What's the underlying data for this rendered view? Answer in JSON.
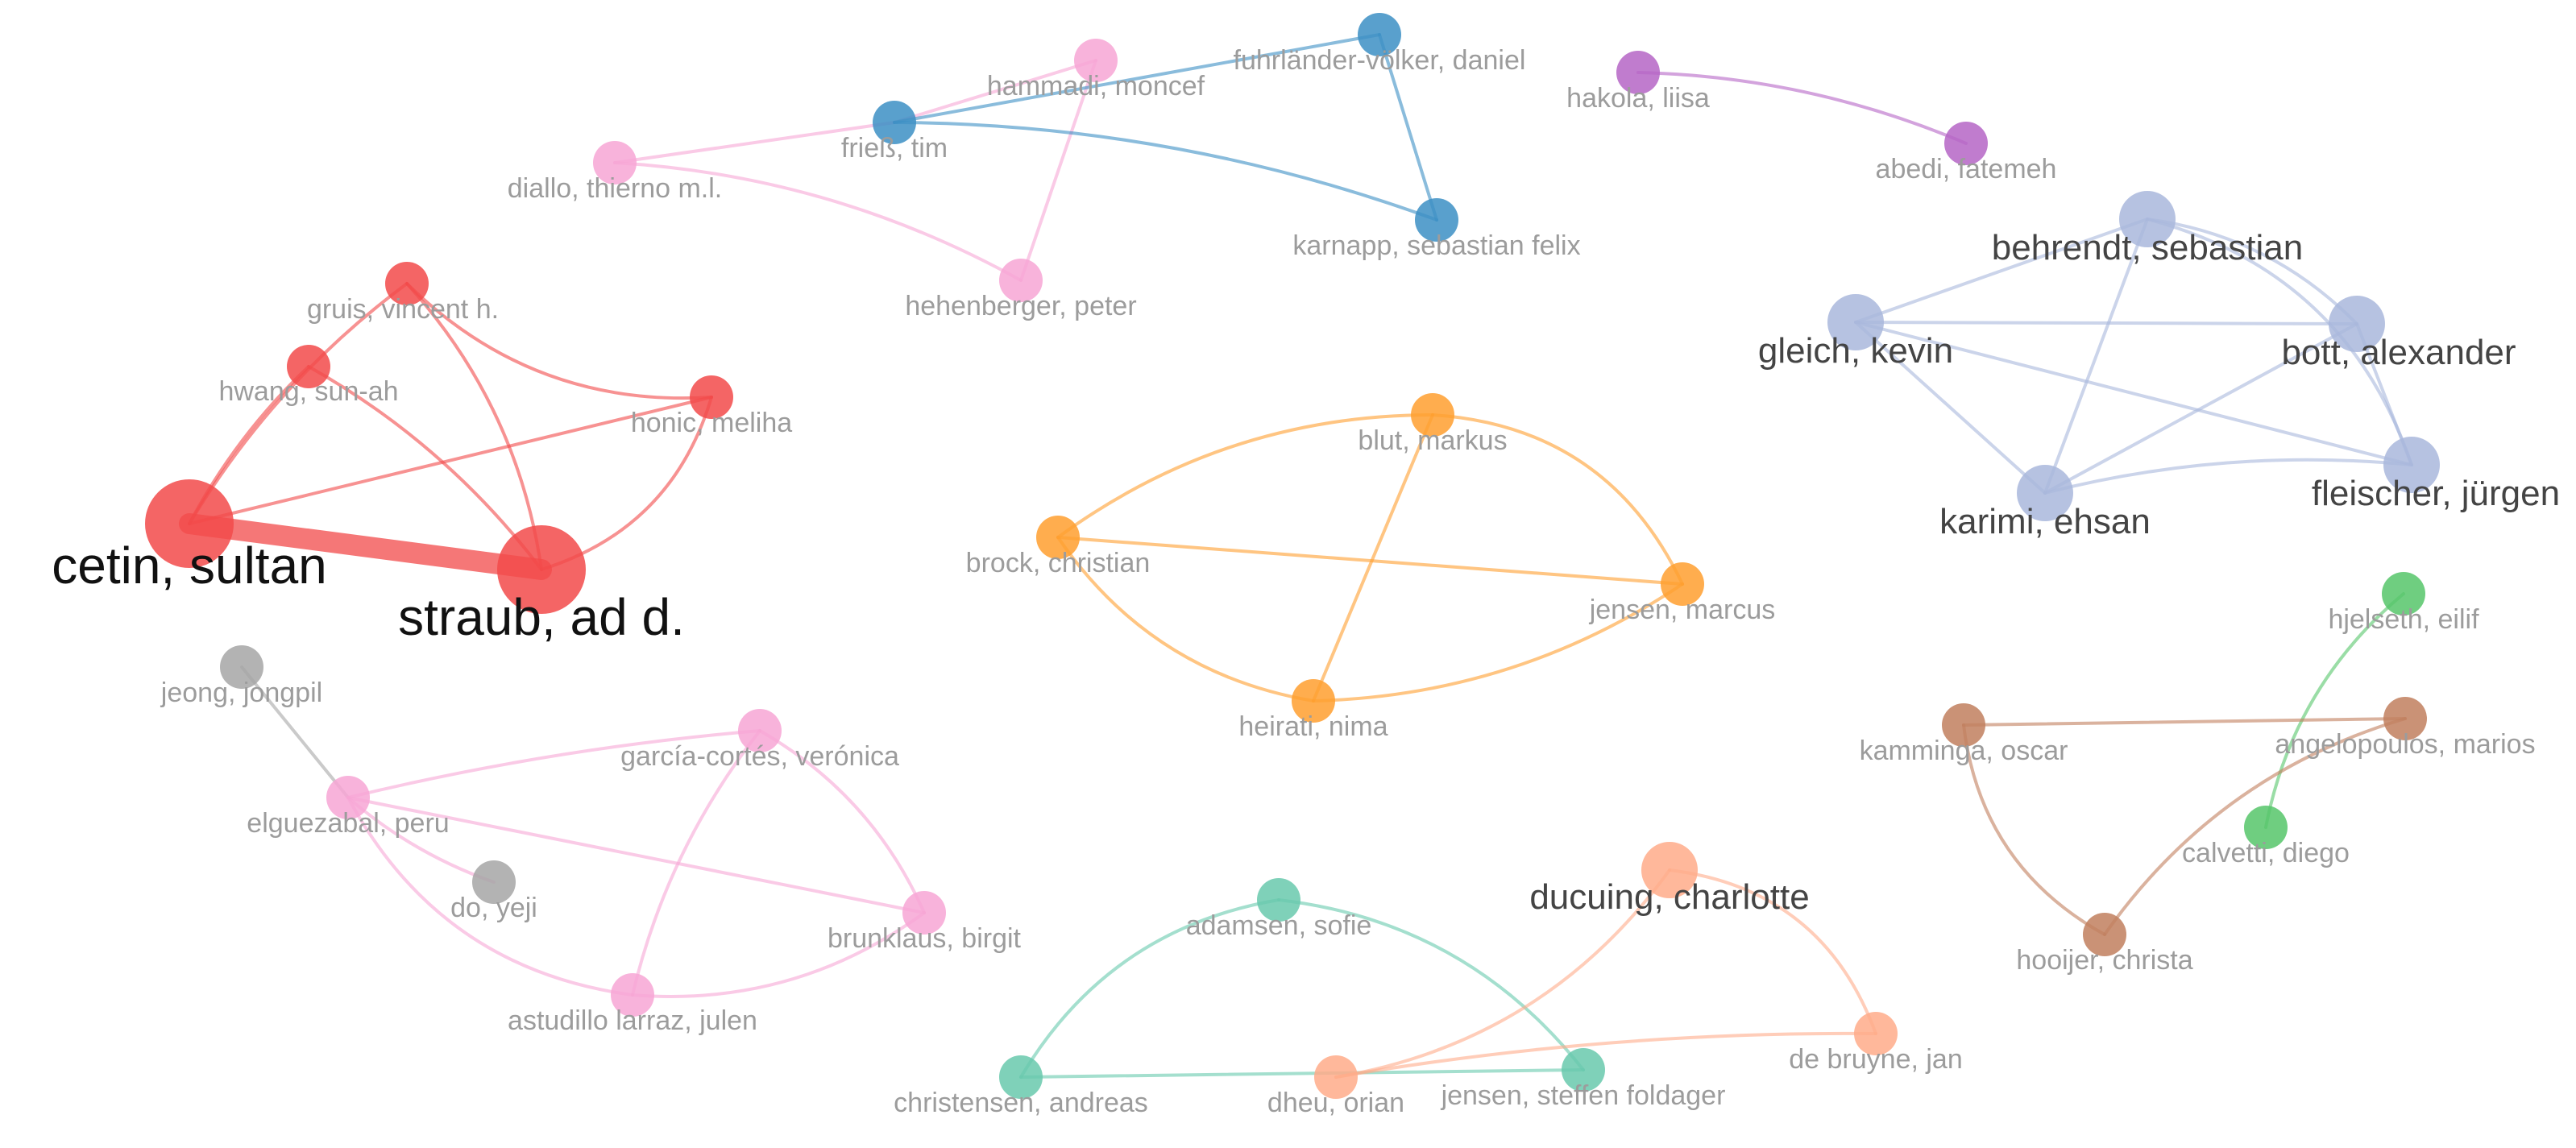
{
  "network": {
    "clusters": [
      {
        "id": "red",
        "color": "#f24a4a"
      },
      {
        "id": "pink",
        "color": "#f7a6d5"
      },
      {
        "id": "blue",
        "color": "#3c8fc4"
      },
      {
        "id": "purple",
        "color": "#b565c6"
      },
      {
        "id": "lavender",
        "color": "#a9b7dc"
      },
      {
        "id": "orange",
        "color": "#ff9f2f"
      },
      {
        "id": "grey",
        "color": "#a6a6a6"
      },
      {
        "id": "green",
        "color": "#56c66a"
      },
      {
        "id": "brown",
        "color": "#c17f5e"
      },
      {
        "id": "teal",
        "color": "#68c9ad"
      },
      {
        "id": "salmon",
        "color": "#ffab8a"
      }
    ],
    "nodes": [
      {
        "id": "cetin",
        "label": "cetin, sultan",
        "cluster": "red"
      },
      {
        "id": "straub",
        "label": "straub, ad d.",
        "cluster": "red"
      },
      {
        "id": "gruis",
        "label": "gruis, vincent h.",
        "cluster": "red"
      },
      {
        "id": "hwang",
        "label": "hwang, sun-ah",
        "cluster": "red"
      },
      {
        "id": "honic",
        "label": "honic, meliha",
        "cluster": "red"
      },
      {
        "id": "hammadi",
        "label": "hammadi, moncef",
        "cluster": "pink"
      },
      {
        "id": "diallo",
        "label": "diallo, thierno m.l.",
        "cluster": "pink"
      },
      {
        "id": "hehenberger",
        "label": "hehenberger, peter",
        "cluster": "pink"
      },
      {
        "id": "fuhrlander",
        "label": "fuhrländer-völker, daniel",
        "cluster": "blue"
      },
      {
        "id": "friess",
        "label": "frieß, tim",
        "cluster": "blue"
      },
      {
        "id": "karnapp",
        "label": "karnapp, sebastian felix",
        "cluster": "blue"
      },
      {
        "id": "hakola",
        "label": "hakola, liisa",
        "cluster": "purple"
      },
      {
        "id": "abedi",
        "label": "abedi, fatemeh",
        "cluster": "purple"
      },
      {
        "id": "behrendt",
        "label": "behrendt, sebastian",
        "cluster": "lavender"
      },
      {
        "id": "gleich",
        "label": "gleich, kevin",
        "cluster": "lavender"
      },
      {
        "id": "bott",
        "label": "bott, alexander",
        "cluster": "lavender"
      },
      {
        "id": "karimi",
        "label": "karimi, ehsan",
        "cluster": "lavender"
      },
      {
        "id": "fleischer",
        "label": "fleischer, jürgen",
        "cluster": "lavender"
      },
      {
        "id": "blut",
        "label": "blut, markus",
        "cluster": "orange"
      },
      {
        "id": "brock",
        "label": "brock, christian",
        "cluster": "orange"
      },
      {
        "id": "jensenm",
        "label": "jensen, marcus",
        "cluster": "orange"
      },
      {
        "id": "heirati",
        "label": "heirati, nima",
        "cluster": "orange"
      },
      {
        "id": "jeong",
        "label": "jeong, jongpil",
        "cluster": "grey"
      },
      {
        "id": "doyeji",
        "label": "do, yeji",
        "cluster": "grey"
      },
      {
        "id": "garcia",
        "label": "garcía-cortés, verónica",
        "cluster": "pink"
      },
      {
        "id": "elguezabal",
        "label": "elguezabal, peru",
        "cluster": "pink"
      },
      {
        "id": "brunklaus",
        "label": "brunklaus, birgit",
        "cluster": "pink"
      },
      {
        "id": "astudillo",
        "label": "astudillo larraz, julen",
        "cluster": "pink"
      },
      {
        "id": "hjelseth",
        "label": "hjelseth, eilif",
        "cluster": "green"
      },
      {
        "id": "calvetti",
        "label": "calvetti, diego",
        "cluster": "green"
      },
      {
        "id": "kamminga",
        "label": "kamminga, oscar",
        "cluster": "brown"
      },
      {
        "id": "angelopoulos",
        "label": "angelopoulos, marios",
        "cluster": "brown"
      },
      {
        "id": "hooijer",
        "label": "hooijer, christa",
        "cluster": "brown"
      },
      {
        "id": "adamsen",
        "label": "adamsen, sofie",
        "cluster": "teal"
      },
      {
        "id": "christensen",
        "label": "christensen, andreas",
        "cluster": "teal"
      },
      {
        "id": "jensens",
        "label": "jensen, steffen foldager",
        "cluster": "teal"
      },
      {
        "id": "ducuing",
        "label": "ducuing, charlotte",
        "cluster": "salmon"
      },
      {
        "id": "dheu",
        "label": "dheu, orian",
        "cluster": "salmon"
      },
      {
        "id": "debruyne",
        "label": "de bruyne, jan",
        "cluster": "salmon"
      }
    ],
    "links": [
      {
        "source": "cetin",
        "target": "straub",
        "weight": 6
      },
      {
        "source": "cetin",
        "target": "gruis",
        "weight": 1
      },
      {
        "source": "cetin",
        "target": "hwang",
        "weight": 1
      },
      {
        "source": "cetin",
        "target": "honic",
        "weight": 1
      },
      {
        "source": "straub",
        "target": "gruis",
        "weight": 1
      },
      {
        "source": "straub",
        "target": "hwang",
        "weight": 1
      },
      {
        "source": "straub",
        "target": "honic",
        "weight": 1
      },
      {
        "source": "gruis",
        "target": "honic",
        "weight": 1
      },
      {
        "source": "diallo",
        "target": "friess",
        "weight": 1
      },
      {
        "source": "diallo",
        "target": "hehenberger",
        "weight": 1
      },
      {
        "source": "hammadi",
        "target": "friess",
        "weight": 1
      },
      {
        "source": "hammadi",
        "target": "hehenberger",
        "weight": 1
      },
      {
        "source": "friess",
        "target": "fuhrlander",
        "weight": 1
      },
      {
        "source": "friess",
        "target": "karnapp",
        "weight": 1
      },
      {
        "source": "fuhrlander",
        "target": "karnapp",
        "weight": 1
      },
      {
        "source": "hakola",
        "target": "abedi",
        "weight": 1
      },
      {
        "source": "behrendt",
        "target": "gleich",
        "weight": 1
      },
      {
        "source": "behrendt",
        "target": "bott",
        "weight": 1
      },
      {
        "source": "behrendt",
        "target": "karimi",
        "weight": 1
      },
      {
        "source": "behrendt",
        "target": "fleischer",
        "weight": 1
      },
      {
        "source": "gleich",
        "target": "bott",
        "weight": 1
      },
      {
        "source": "gleich",
        "target": "karimi",
        "weight": 1
      },
      {
        "source": "gleich",
        "target": "fleischer",
        "weight": 1
      },
      {
        "source": "bott",
        "target": "karimi",
        "weight": 1
      },
      {
        "source": "bott",
        "target": "fleischer",
        "weight": 1
      },
      {
        "source": "karimi",
        "target": "fleischer",
        "weight": 1
      },
      {
        "source": "brock",
        "target": "blut",
        "weight": 1
      },
      {
        "source": "brock",
        "target": "jensenm",
        "weight": 1
      },
      {
        "source": "brock",
        "target": "heirati",
        "weight": 1
      },
      {
        "source": "blut",
        "target": "jensenm",
        "weight": 1
      },
      {
        "source": "blut",
        "target": "heirati",
        "weight": 1
      },
      {
        "source": "heirati",
        "target": "jensenm",
        "weight": 1
      },
      {
        "source": "jeong",
        "target": "elguezabal",
        "weight": 1
      },
      {
        "source": "elguezabal",
        "target": "doyeji",
        "weight": 1
      },
      {
        "source": "elguezabal",
        "target": "garcia",
        "weight": 1
      },
      {
        "source": "elguezabal",
        "target": "brunklaus",
        "weight": 1
      },
      {
        "source": "elguezabal",
        "target": "astudillo",
        "weight": 1
      },
      {
        "source": "garcia",
        "target": "brunklaus",
        "weight": 1
      },
      {
        "source": "garcia",
        "target": "astudillo",
        "weight": 1
      },
      {
        "source": "astudillo",
        "target": "brunklaus",
        "weight": 1
      },
      {
        "source": "hjelseth",
        "target": "calvetti",
        "weight": 1
      },
      {
        "source": "kamminga",
        "target": "angelopoulos",
        "weight": 1
      },
      {
        "source": "kamminga",
        "target": "hooijer",
        "weight": 1
      },
      {
        "source": "hooijer",
        "target": "angelopoulos",
        "weight": 1
      },
      {
        "source": "christensen",
        "target": "adamsen",
        "weight": 1
      },
      {
        "source": "adamsen",
        "target": "jensens",
        "weight": 1
      },
      {
        "source": "christensen",
        "target": "jensens",
        "weight": 1
      },
      {
        "source": "ducuing",
        "target": "dheu",
        "weight": 1
      },
      {
        "source": "ducuing",
        "target": "debruyne",
        "weight": 1
      },
      {
        "source": "dheu",
        "target": "debruyne",
        "weight": 1
      }
    ]
  }
}
